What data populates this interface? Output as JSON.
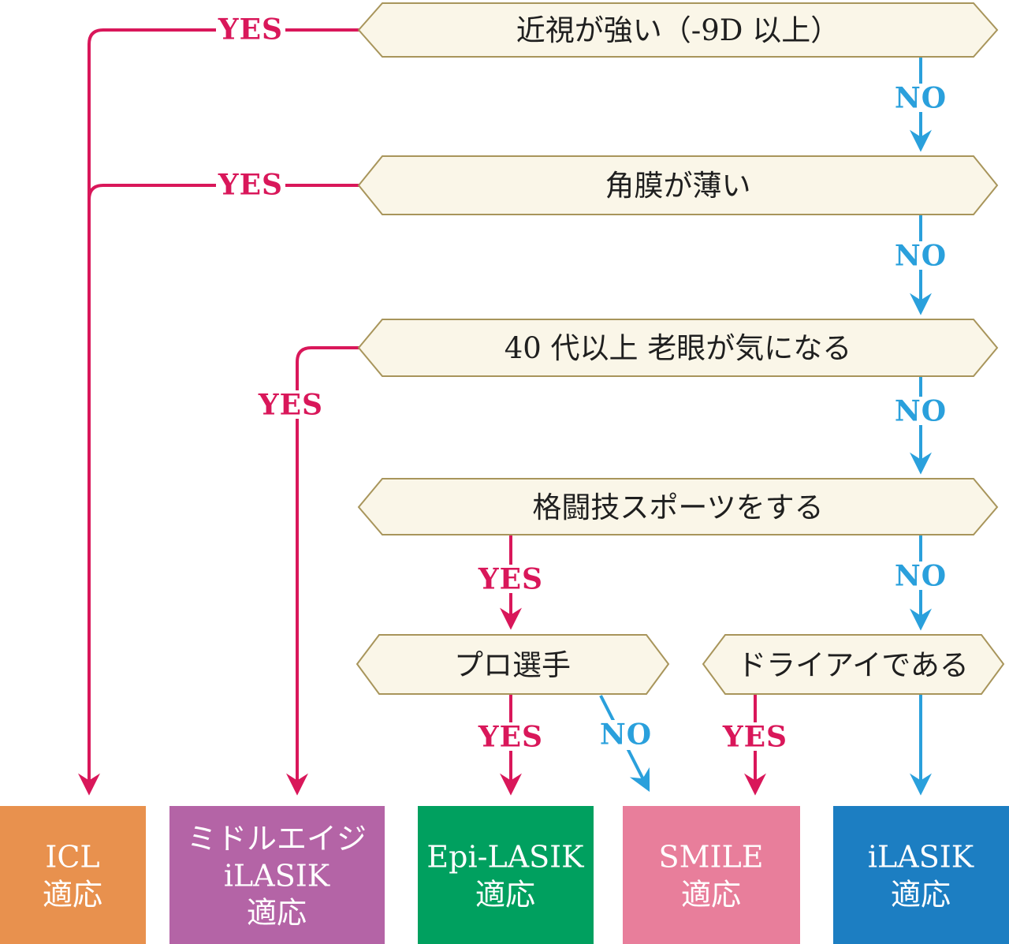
{
  "answers": {
    "yes": "YES",
    "no": "NO"
  },
  "questions": [
    {
      "id": "strong-myopia",
      "label": "近視が強い（-9D 以上）"
    },
    {
      "id": "thin-cornea",
      "label": "角膜が薄い"
    },
    {
      "id": "over-40-presbyopia",
      "label": "40 代以上 老眼が気になる"
    },
    {
      "id": "combat-sports",
      "label": "格闘技スポーツをする"
    },
    {
      "id": "pro-athlete",
      "label": "プロ選手"
    },
    {
      "id": "dry-eye",
      "label": "ドライアイである"
    }
  ],
  "outcomes": [
    {
      "id": "icl",
      "color": "#e8914e",
      "lines": [
        "ICL",
        "適応"
      ]
    },
    {
      "id": "middle-age-ilasik",
      "color": "#b464a6",
      "lines": [
        "ミドルエイジ",
        "iLASIK",
        "適応"
      ]
    },
    {
      "id": "epi-lasik",
      "color": "#00a05f",
      "lines": [
        "Epi-LASIK",
        "適応"
      ]
    },
    {
      "id": "smile",
      "color": "#e87e9b",
      "lines": [
        "SMILE",
        "適応"
      ]
    },
    {
      "id": "ilasik",
      "color": "#1c7ec2",
      "lines": [
        "iLASIK",
        "適応"
      ]
    }
  ],
  "colors": {
    "yes_line": "#d9175a",
    "no_line": "#2aa0dc",
    "node_fill": "#faf6e8",
    "node_border": "#a8955b"
  }
}
